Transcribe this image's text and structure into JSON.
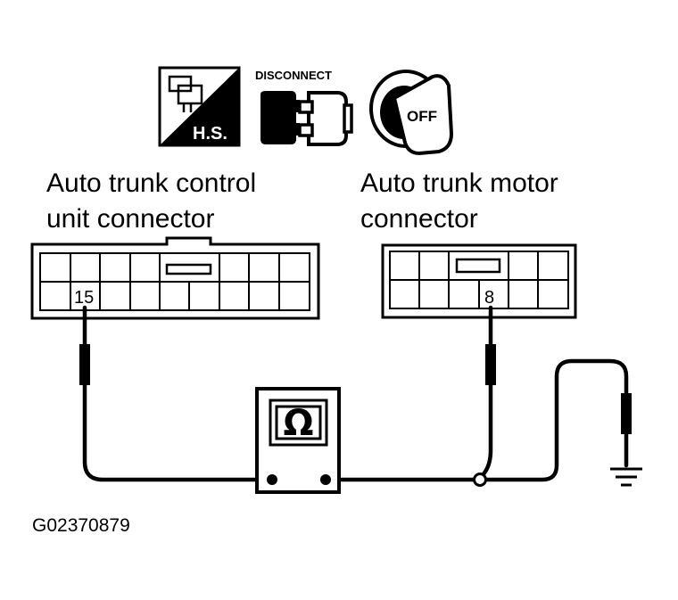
{
  "icons": {
    "hs_icon_label": "H.S.",
    "disconnect_label": "DISCONNECT",
    "ignition_label": "OFF"
  },
  "connectors": {
    "control_unit_line1": "Auto trunk control",
    "control_unit_line2": "unit connector",
    "control_unit_pin": "15",
    "motor_line1": "Auto trunk motor",
    "motor_line2": "connector",
    "motor_pin": "8"
  },
  "meter": {
    "symbol": "Ω"
  },
  "figure_code": "G02370879"
}
